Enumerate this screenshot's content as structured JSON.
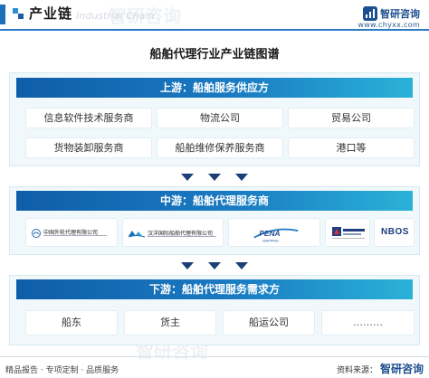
{
  "header": {
    "title": "产业链",
    "subtitle": "Industrial Chain",
    "brand_name": "智研咨询",
    "brand_url": "www.chyxx.com"
  },
  "title": "船舶代理行业产业链图谱",
  "upstream": {
    "label": "上游：船舶服务供应方",
    "items": [
      "信息软件技术服务商",
      "物流公司",
      "贸易公司",
      "货物装卸服务商",
      "船舶维修保养服务商",
      "港口等"
    ]
  },
  "midstream": {
    "label": "中游：船舶代理服务商",
    "companies": [
      {
        "name": "中国外轮代理有限公司",
        "icon": "penavico-logo"
      },
      {
        "name": "汉洋国际船舶代理有限公司",
        "icon": "hanyang-logo"
      },
      {
        "name": "PENA SHIPPING",
        "icon": "pena-shipping-logo"
      },
      {
        "name": "",
        "icon": "ship-agency-logo"
      },
      {
        "name": "NBOS",
        "icon": "nbos-logo"
      }
    ]
  },
  "downstream": {
    "label": "下游：船舶代理服务需求方",
    "items": [
      "船东",
      "货主",
      "船运公司",
      "………"
    ]
  },
  "footer": {
    "left": "精品报告 · 专项定制 · 品质服务",
    "source_label": "资料来源：",
    "source": "智研咨询"
  },
  "colors": {
    "tier_head_start": "#0f5da8",
    "tier_head_end": "#2ab2d8",
    "tier_bg": "#f0f8fb",
    "arrow": "#1d3f78",
    "accent": "#1c6fb8"
  }
}
